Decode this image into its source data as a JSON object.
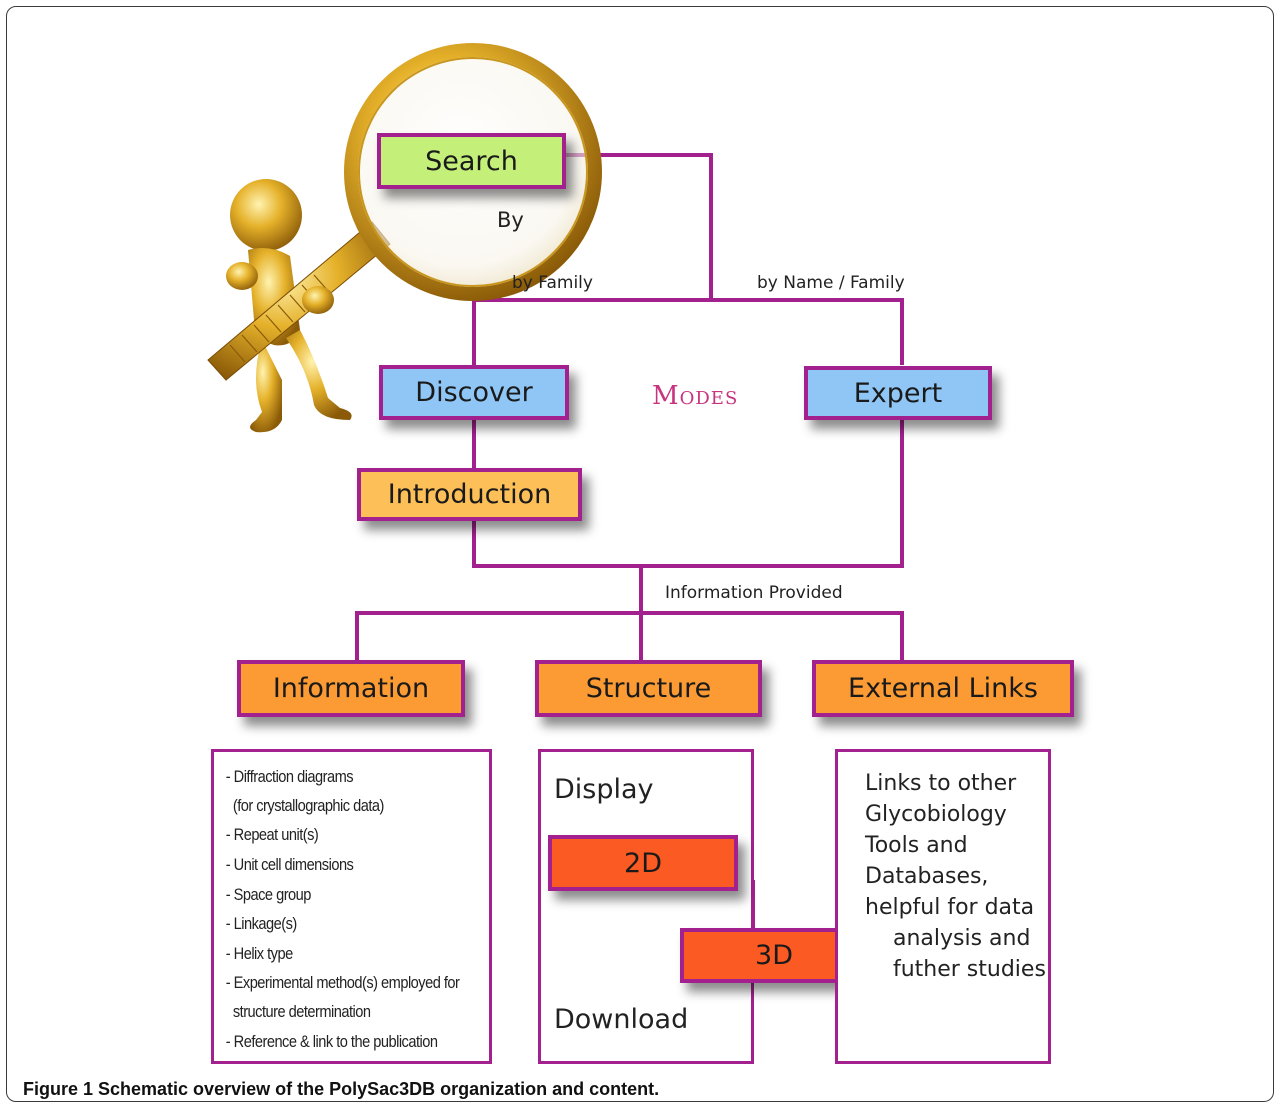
{
  "colors": {
    "line": "#a3218e",
    "search": "#c4f07a",
    "mode": "#8fc6f6",
    "intro": "#fdbf57",
    "section": "#fc9a33",
    "dim": "#fb5a22",
    "modes_text": "#c8337e"
  },
  "search": {
    "label": "Search",
    "by": "By"
  },
  "branches": {
    "left": "by Family",
    "right": "by Name / Family"
  },
  "modes": {
    "title": "Modes",
    "discover": "Discover",
    "expert": "Expert",
    "introduction": "Introduction"
  },
  "info_provided": "Information Provided",
  "sections": {
    "information": "Information",
    "structure": "Structure",
    "external_links": "External Links"
  },
  "information_list": [
    "- Diffraction diagrams",
    "  (for crystallographic data)",
    "- Repeat unit(s)",
    "- Unit cell dimensions",
    "- Space group",
    "- Linkage(s)",
    "- Helix type",
    "- Experimental method(s) employed for",
    "  structure determination",
    "- Reference & link to the publication"
  ],
  "structure_panel": {
    "display": "Display",
    "d2": "2D",
    "d3": "3D",
    "download": "Download"
  },
  "links_panel": [
    "Links to other",
    "Glycobiology",
    "Tools and",
    "Databases,",
    "helpful for data",
    "    analysis and",
    "    futher studies"
  ],
  "caption": {
    "bold": "Figure 1 Schematic overview of the PolySac3DB organization and content."
  }
}
